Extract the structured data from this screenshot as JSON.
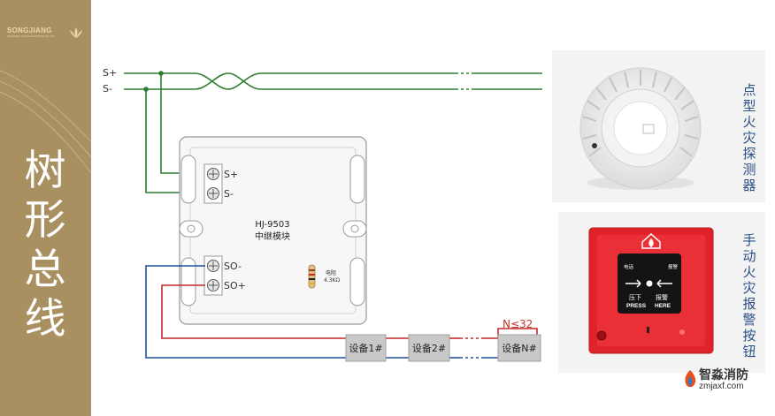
{
  "sidebar": {
    "logo_name": "SONGJIANG",
    "logo_subtitle": "SONGJIANG YUNAN ELECTRONIC CO.,LTD",
    "title": "树形总线"
  },
  "wiring": {
    "bus_pos": "S+",
    "bus_neg": "S-",
    "module_in_pos": "S+",
    "module_in_neg": "S-",
    "module_out_neg": "SO-",
    "module_out_pos": "SO+",
    "module_model": "HJ-9503",
    "module_name": "中继模块",
    "resistor_label_1": "电阻",
    "resistor_label_2": "4.3KΩ",
    "device_1": "设备1#",
    "device_2": "设备2#",
    "device_n": "设备N#",
    "device_limit": "N≤32"
  },
  "products": {
    "detector_label": "点型火灾探测器",
    "call_point_label": "手动火灾报警按钮",
    "call_point_tel": "电话",
    "call_point_alarm": "报警",
    "call_point_press_cn": "压下",
    "call_point_here_cn": "报警",
    "call_point_press_en": "PRESS",
    "call_point_here_en": "HERE"
  },
  "brand": {
    "name": "智淼消防",
    "url": "zmjaxf.com"
  },
  "colors": {
    "sidebar": "#a89060",
    "input_wire": "#2e7d32",
    "red_wire": "#c62828",
    "blue_wire": "#1f4e9b",
    "label_blue": "#2b4f86",
    "call_point_red": "#e0232a"
  }
}
